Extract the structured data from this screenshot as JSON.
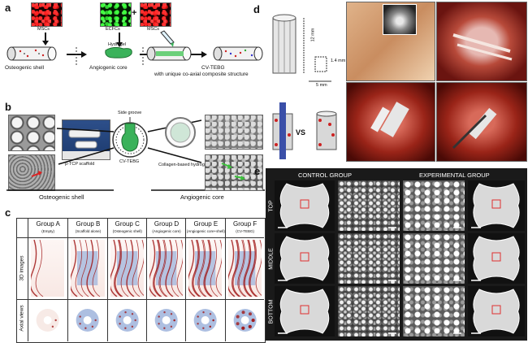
{
  "panel_labels": {
    "a": "a",
    "b": "b",
    "c": "c",
    "d": "d",
    "e": "e"
  },
  "panel_a": {
    "msc_left": "MSCs",
    "ecfc": "ECFCs",
    "plus": "+",
    "msc_right": "MSCs",
    "hydrogel": "Hydrogel",
    "osteogenic_shell": "Osteogenic shell",
    "angiogenic_core": "Angiogenic core",
    "product": "CV-TEBG",
    "product_desc": "with unique co-axial composite structure"
  },
  "panel_b": {
    "scaffold_label": "β-TCP scaffold",
    "side_groove": "Side groove",
    "center": "CV-TEBG",
    "hydrogel_label": "Collagen-based hydrogel",
    "osteogenic_shell": "Osteogenic shell",
    "angiogenic_core": "Angiogenic core"
  },
  "panel_c": {
    "groups": [
      {
        "name": "Group A",
        "sub": "(Empty)"
      },
      {
        "name": "Group B",
        "sub": "(Scaffold alone)"
      },
      {
        "name": "Group C",
        "sub": "(Osteogenic shell)"
      },
      {
        "name": "Group D",
        "sub": "(Angiogenic core)"
      },
      {
        "name": "Group E",
        "sub": "(Angiogenic core+shell)"
      },
      {
        "name": "Group F",
        "sub": "(CV-TEBG)"
      }
    ],
    "row_3d": "3D images",
    "row_axial": "Axial views"
  },
  "panel_d": {
    "dim_height": "12 mm",
    "dim_hole": "1.4 mm",
    "dim_width": "5 mm",
    "vs": "VS"
  },
  "panel_e": {
    "control": "CONTROL GROUP",
    "experimental": "EXPERIMENTAL GROUP",
    "rows": [
      "TOP",
      "MIDDLE",
      "BOTTOM"
    ]
  },
  "colors": {
    "scaffold_blue": "#9fb4dc",
    "vessel_red": "#a01818",
    "arrow_green": "#3ac03a",
    "hydrogel_green": "#3ab25a"
  }
}
